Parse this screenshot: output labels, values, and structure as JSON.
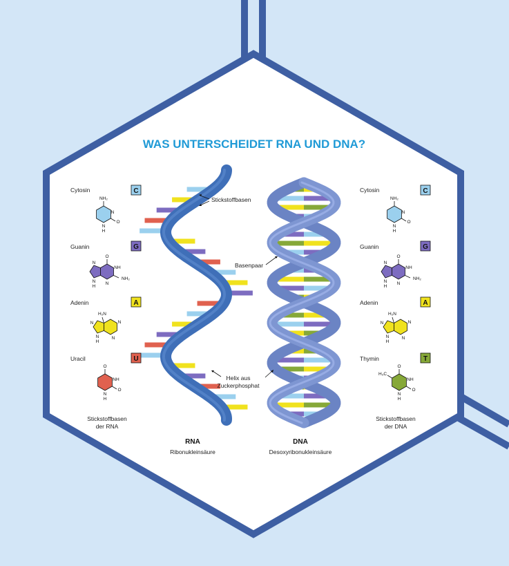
{
  "title": "WAS UNTERSCHEIDET RNA UND DNA?",
  "colors": {
    "background": "#d3e6f7",
    "frame": "#3e5fa3",
    "title": "#1f9ad6",
    "rna_backbone": "#3f6fb8",
    "dna_backbone": "#7e96d2",
    "cytosin": "#9bd0ee",
    "guanin": "#7d6cc0",
    "adenin": "#f0e21e",
    "uracil": "#e0614f",
    "thymin": "#86a838"
  },
  "labels": {
    "stickstoffbasen": "Stickstoffbasen",
    "basenpaar": "Basenpaar",
    "helix_line1": "Helix aus",
    "helix_line2": "Zuckerphosphat"
  },
  "rna": {
    "name": "RNA",
    "full_name": "Ribonukleinsäure",
    "caption_line1": "Stickstoffbasen",
    "caption_line2": "der RNA",
    "bases": [
      {
        "name": "Cytosin",
        "letter": "C",
        "color": "#9bd0ee",
        "icon": "cytosine-molecule-icon"
      },
      {
        "name": "Guanin",
        "letter": "G",
        "color": "#7d6cc0",
        "icon": "guanine-molecule-icon"
      },
      {
        "name": "Adenin",
        "letter": "A",
        "color": "#f0e21e",
        "icon": "adenine-molecule-icon"
      },
      {
        "name": "Uracil",
        "letter": "U",
        "color": "#e0614f",
        "icon": "uracil-molecule-icon"
      }
    ]
  },
  "dna": {
    "name": "DNA",
    "full_name": "Desoxyribonukleinsäure",
    "caption_line1": "Stickstoffbasen",
    "caption_line2": "der DNA",
    "bases": [
      {
        "name": "Cytosin",
        "letter": "C",
        "color": "#9bd0ee",
        "icon": "cytosine-molecule-icon"
      },
      {
        "name": "Guanin",
        "letter": "G",
        "color": "#7d6cc0",
        "icon": "guanine-molecule-icon"
      },
      {
        "name": "Adenin",
        "letter": "A",
        "color": "#f0e21e",
        "icon": "adenine-molecule-icon"
      },
      {
        "name": "Thymin",
        "letter": "T",
        "color": "#86a838",
        "icon": "thymine-molecule-icon"
      }
    ]
  },
  "atoms": {
    "nh2": "NH₂",
    "h2n": "H₂N",
    "h3c": "H₃C",
    "nh": "NH",
    "n": "N",
    "h": "H",
    "o": "O"
  }
}
